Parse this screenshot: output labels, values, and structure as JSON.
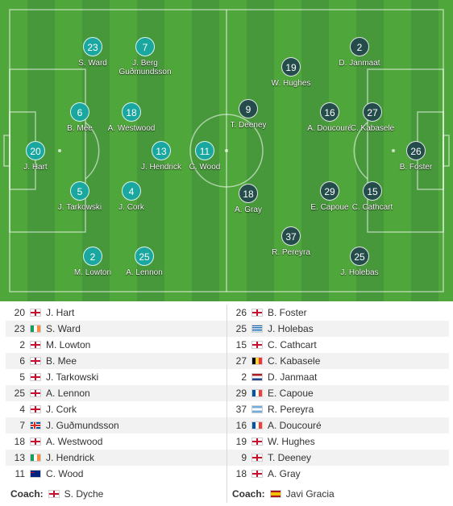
{
  "flags": {
    "ENG": "linear-gradient(#c8102e,#c8102e) center/100% 2px no-repeat, linear-gradient(#c8102e,#c8102e) center/2px 100% no-repeat, #ffffff",
    "IRL": "linear-gradient(90deg,#169b62 33%,#ffffff 33%,#ffffff 66%,#ff883e 66%)",
    "ISL": "linear-gradient(#d72828,#d72828) 40% 50%/100% 2px no-repeat, linear-gradient(#d72828,#d72828) 38% 50%/2px 100% no-repeat, linear-gradient(#fff,#fff) 40% 50%/100% 4px no-repeat, linear-gradient(#fff,#fff) 38% 50%/4px 100% no-repeat, #02529c",
    "NZL": "linear-gradient(#c8102e,#c8102e) 0 25%/40% 1px no-repeat, #00247d",
    "GRE": "repeating-linear-gradient(#0d5eaf 0 1px,#ffffff 1px 2px)",
    "NED": "linear-gradient(#ae1c28 33%,#ffffff 33%,#ffffff 66%,#21468b 66%)",
    "BEL": "linear-gradient(90deg,#000000 33%,#fdda24 33%,#fdda24 66%,#ef3340 66%)",
    "FRA": "linear-gradient(90deg,#0055a4 33%,#ffffff 33%,#ffffff 66%,#ef4135 66%)",
    "ARG": "linear-gradient(#74acdf 33%,#ffffff 33%,#ffffff 66%,#74acdf 66%)",
    "ESP": "linear-gradient(#aa151b 25%,#f1bf00 25%,#f1bf00 75%,#aa151b 75%)"
  },
  "pitch": {
    "home": [
      {
        "id": "hart",
        "number": "20",
        "name": "J. Hart"
      },
      {
        "id": "ward",
        "number": "23",
        "name": "S. Ward"
      },
      {
        "id": "berg",
        "number": "7",
        "name": "J. Berg\nGuðmundsson"
      },
      {
        "id": "mee",
        "number": "6",
        "name": "B. Mee"
      },
      {
        "id": "westwood",
        "number": "18",
        "name": "A. Westwood"
      },
      {
        "id": "hendrick",
        "number": "13",
        "name": "J. Hendrick"
      },
      {
        "id": "wood",
        "number": "11",
        "name": "C. Wood"
      },
      {
        "id": "tarkowski",
        "number": "5",
        "name": "J. Tarkowski"
      },
      {
        "id": "cork",
        "number": "4",
        "name": "J. Cork"
      },
      {
        "id": "lowton",
        "number": "2",
        "name": "M. Lowton"
      },
      {
        "id": "lennon",
        "number": "25",
        "name": "A. Lennon"
      }
    ],
    "away": [
      {
        "id": "foster",
        "number": "26",
        "name": "B. Foster"
      },
      {
        "id": "janmaat",
        "number": "2",
        "name": "D. Janmaat"
      },
      {
        "id": "hughes",
        "number": "19",
        "name": "W. Hughes"
      },
      {
        "id": "deeney",
        "number": "9",
        "name": "T. Deeney"
      },
      {
        "id": "doucoure",
        "number": "16",
        "name": "A. Doucouré"
      },
      {
        "id": "kabasele",
        "number": "27",
        "name": "C. Kabasele"
      },
      {
        "id": "gray",
        "number": "18",
        "name": "A. Gray"
      },
      {
        "id": "capoue",
        "number": "29",
        "name": "E. Capoue"
      },
      {
        "id": "cathcart",
        "number": "15",
        "name": "C. Cathcart"
      },
      {
        "id": "pereyra",
        "number": "37",
        "name": "R. Pereyra"
      },
      {
        "id": "holebas",
        "number": "25",
        "name": "J. Holebas"
      }
    ]
  },
  "home_list": [
    {
      "number": "20",
      "flag": "ENG",
      "name": "J. Hart"
    },
    {
      "number": "23",
      "flag": "IRL",
      "name": "S. Ward"
    },
    {
      "number": "2",
      "flag": "ENG",
      "name": "M. Lowton"
    },
    {
      "number": "6",
      "flag": "ENG",
      "name": "B. Mee"
    },
    {
      "number": "5",
      "flag": "ENG",
      "name": "J. Tarkowski"
    },
    {
      "number": "25",
      "flag": "ENG",
      "name": "A. Lennon"
    },
    {
      "number": "4",
      "flag": "ENG",
      "name": "J. Cork"
    },
    {
      "number": "7",
      "flag": "ISL",
      "name": "J. Guðmundsson"
    },
    {
      "number": "18",
      "flag": "ENG",
      "name": "A. Westwood"
    },
    {
      "number": "13",
      "flag": "IRL",
      "name": "J. Hendrick"
    },
    {
      "number": "11",
      "flag": "NZL",
      "name": "C. Wood"
    }
  ],
  "away_list": [
    {
      "number": "26",
      "flag": "ENG",
      "name": "B. Foster"
    },
    {
      "number": "25",
      "flag": "GRE",
      "name": "J. Holebas"
    },
    {
      "number": "15",
      "flag": "ENG",
      "name": "C. Cathcart"
    },
    {
      "number": "27",
      "flag": "BEL",
      "name": "C. Kabasele"
    },
    {
      "number": "2",
      "flag": "NED",
      "name": "D. Janmaat"
    },
    {
      "number": "29",
      "flag": "FRA",
      "name": "E. Capoue"
    },
    {
      "number": "37",
      "flag": "ARG",
      "name": "R. Pereyra"
    },
    {
      "number": "16",
      "flag": "FRA",
      "name": "A. Doucouré"
    },
    {
      "number": "19",
      "flag": "ENG",
      "name": "W. Hughes"
    },
    {
      "number": "9",
      "flag": "ENG",
      "name": "T. Deeney"
    },
    {
      "number": "18",
      "flag": "ENG",
      "name": "A. Gray"
    }
  ],
  "coaches": {
    "label": "Coach:",
    "home": {
      "flag": "ENG",
      "name": "S. Dyche"
    },
    "away": {
      "flag": "ESP",
      "name": "Javi Gracia"
    }
  }
}
